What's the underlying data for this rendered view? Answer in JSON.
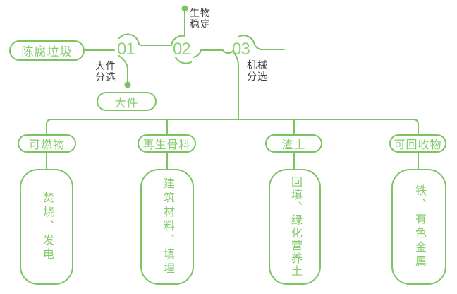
{
  "diagram": {
    "title_semantic": "aged-waste-sorting-process-flow",
    "source_label": "陈腐垃圾",
    "steps": [
      {
        "number": "01",
        "label_line1": "大件",
        "label_line2": "分选",
        "branch_label": "大件"
      },
      {
        "number": "02",
        "label_line1": "生物",
        "label_line2": "稳定"
      },
      {
        "number": "03",
        "label_line1": "机械",
        "label_line2": "分选"
      }
    ],
    "outputs": [
      {
        "category": "可燃物",
        "detail": "焚烧、发电"
      },
      {
        "category": "再生骨料",
        "detail": "建筑材料、填埋"
      },
      {
        "category": "渣土",
        "detail": "回填、绿化营养土"
      },
      {
        "category": "可回收物",
        "detail": "铁、有色金属"
      }
    ],
    "colors": {
      "line_green": "#7cc363",
      "text_green": "#85ca6d",
      "number_green": "#8fd079",
      "label_dark": "#3d3d3d",
      "background": "#ffffff"
    }
  }
}
